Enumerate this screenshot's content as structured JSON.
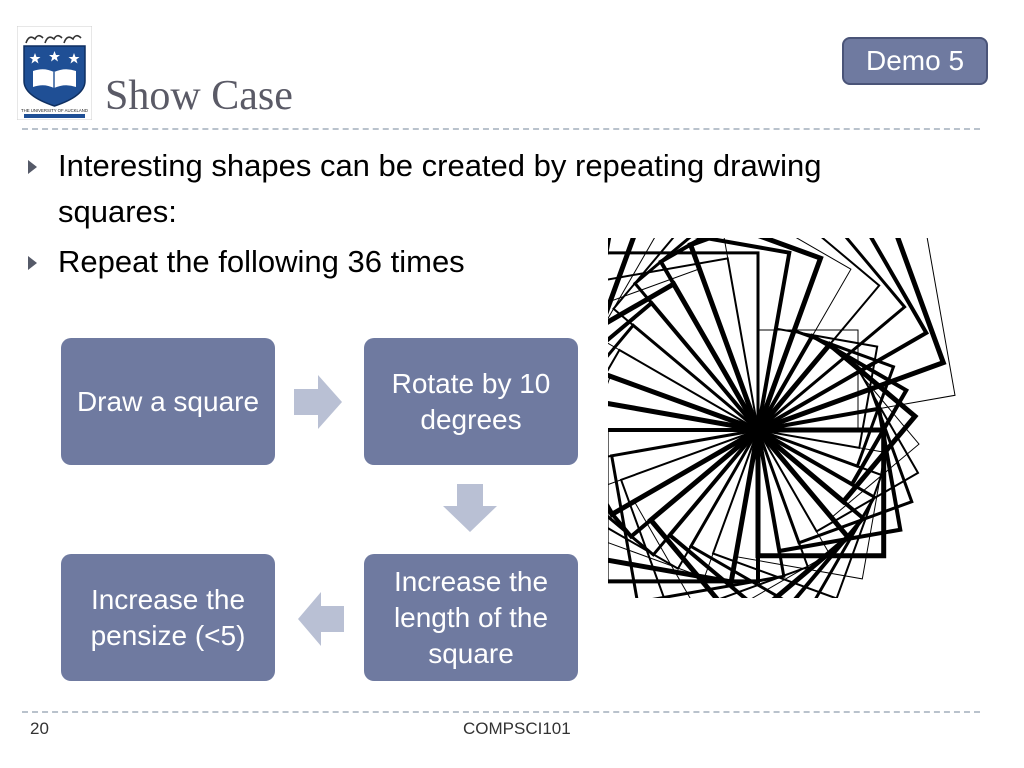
{
  "slide": {
    "title": "Show Case",
    "badge": "Demo 5",
    "logo_caption": "THE UNIVERSITY OF AUCKLAND"
  },
  "bullets": [
    "Interesting shapes can be created by repeating drawing squares:",
    "Repeat the following 36 times"
  ],
  "flow": {
    "steps": [
      "Draw a square",
      "Rotate by 10 degrees",
      "Increase the length of the square",
      "Increase the pensize (<5)"
    ]
  },
  "spiral": {
    "repetitions": 36,
    "rotation_degrees": 10,
    "max_pensize": 5
  },
  "footer": {
    "page_number": "20",
    "course": "COMPSCI101"
  },
  "colors": {
    "box_fill": "#6f7aa0",
    "arrow_fill": "#b9c0d4",
    "title_text": "#5a5a66",
    "divider": "#b9c2cc"
  },
  "icons": {
    "bullet": "triangle-right-icon",
    "logo": "university-crest-icon"
  }
}
